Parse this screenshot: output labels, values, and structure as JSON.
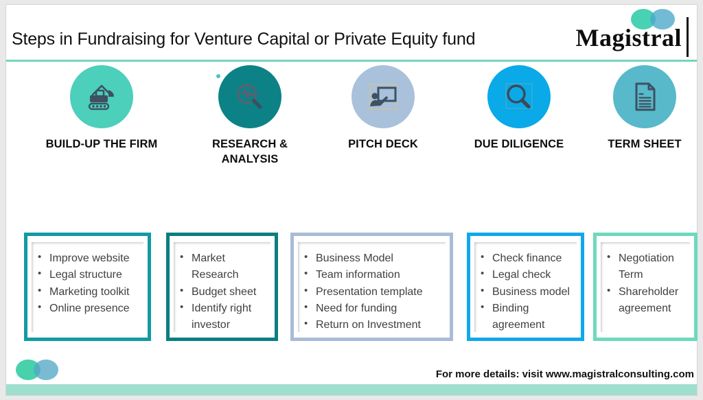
{
  "header": {
    "title": "Steps in Fundraising for Venture Capital or Private Equity fund",
    "brand_name": "Magistral",
    "rule_color": "#72d5bb",
    "logo": {
      "left_circle_color": "#3fcfb0",
      "right_circle_color": "#4aa8c9",
      "icon_name": "magistral-overlapping-circles-logo"
    }
  },
  "steps": [
    {
      "label": "BUILD-UP THE FIRM",
      "icon": "bulldozer-icon",
      "circle_color": "#4ccfbb",
      "icon_color": "#3d5163"
    },
    {
      "label": "RESEARCH & ANALYSIS",
      "icon": "magnifier-analysis-icon",
      "circle_color": "#0c8286",
      "icon_color": "#5a4a5e"
    },
    {
      "label": "PITCH DECK",
      "icon": "presentation-board-icon",
      "circle_color": "#a9c1da",
      "icon_color": "#3d5163"
    },
    {
      "label": "DUE DILIGENCE",
      "icon": "magnifier-icon",
      "circle_color": "#0aa9e8",
      "icon_color": "#3d4a57"
    },
    {
      "label": "TERM SHEET",
      "icon": "document-icon",
      "circle_color": "#57b9ca",
      "icon_color": "#3d5163"
    }
  ],
  "boxes": [
    {
      "border_color": "#139aa3",
      "items": [
        "Improve website",
        "Legal structure",
        "Marketing toolkit",
        "Online presence"
      ]
    },
    {
      "border_color": "#0b7e80",
      "items": [
        "Market Research",
        "Budget sheet",
        "Identify  right investor"
      ]
    },
    {
      "border_color": "#a8bcd6",
      "items": [
        "Business Model",
        "Team information",
        "Presentation template",
        "Need for funding",
        "Return on Investment"
      ]
    },
    {
      "border_color": "#11a7ec",
      "items": [
        "Check finance",
        "Legal check",
        "Business model",
        " Binding agreement"
      ]
    },
    {
      "border_color": "#6ed9bc",
      "items": [
        "Negotiation Term",
        "Shareholder agreement"
      ]
    }
  ],
  "footer": {
    "text": "For more details: visit www.magistralconsulting.com",
    "bar_color": "#9fdfce",
    "logo": {
      "left_circle_color": "#3fcfa8",
      "right_circle_color": "#55a8c6",
      "icon_name": "magistral-overlapping-circles-logo"
    }
  }
}
